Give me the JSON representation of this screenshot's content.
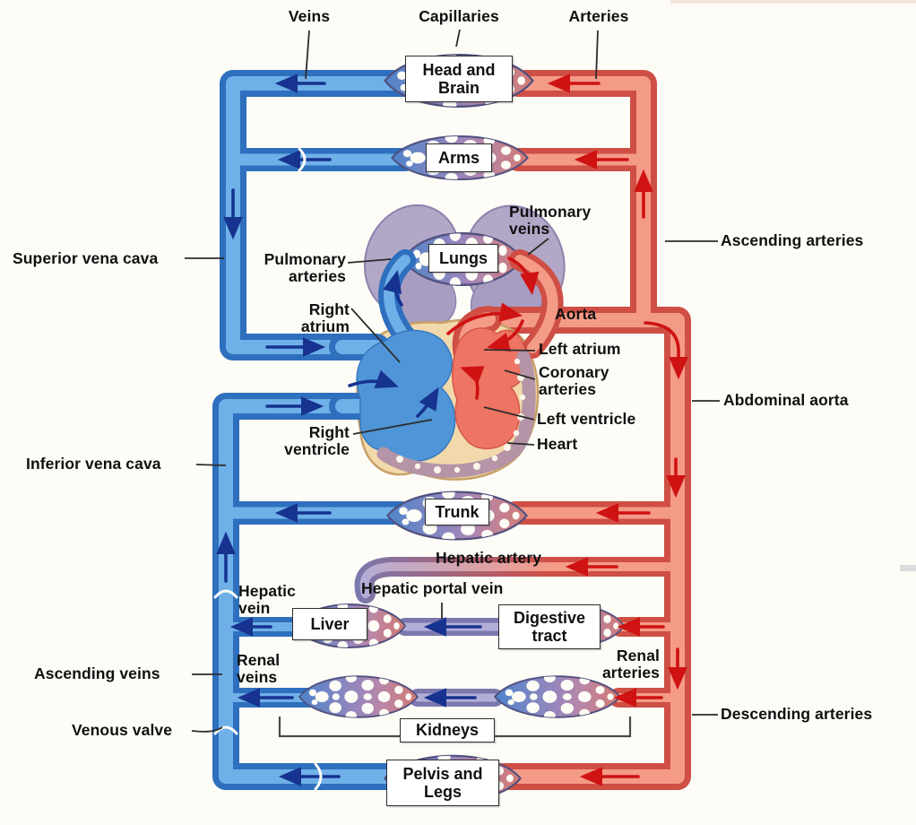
{
  "diagram": {
    "vessel_labels": {
      "veins": "Veins",
      "capillaries": "Capillaries",
      "arteries": "Arteries",
      "superior_vena_cava": "Superior vena cava",
      "pulmonary_arteries": "Pulmonary arteries",
      "pulmonary_veins": "Pulmonary veins",
      "right_atrium": "Right atrium",
      "aorta": "Aorta",
      "left_atrium": "Left atrium",
      "coronary_arteries": "Coronary arteries",
      "left_ventricle": "Left ventricle",
      "heart": "Heart",
      "right_ventricle": "Right ventricle",
      "ascending_arteries": "Ascending arteries",
      "abdominal_aorta": "Abdominal aorta",
      "inferior_vena_cava": "Inferior vena cava",
      "hepatic_artery": "Hepatic artery",
      "hepatic_portal_vein": "Hepatic portal vein",
      "hepatic_vein": "Hepatic vein",
      "renal_veins": "Renal veins",
      "renal_arteries": "Renal arteries",
      "ascending_veins": "Ascending veins",
      "venous_valve": "Venous valve",
      "descending_arteries": "Descending arteries"
    },
    "organ_boxes": {
      "head_brain": "Head and Brain",
      "arms": "Arms",
      "lungs": "Lungs",
      "trunk": "Trunk",
      "liver": "Liver",
      "digestive_tract": "Digestive tract",
      "kidneys": "Kidneys",
      "pelvis_legs": "Pelvis and Legs"
    },
    "colors": {
      "vein_edge": "#2e6fbe",
      "vein_core": "#6fb0e8",
      "artery_edge": "#cf4f44",
      "artery_core": "#f49b88",
      "portal_edge": "#7b78ae",
      "capillary_gradient_left": "#4b84cb",
      "capillary_gradient_mid": "#9d86ba",
      "capillary_gradient_right": "#d3796e",
      "lungs_fill": "#b2a7c7",
      "heart_muscle": "#f2d9ab",
      "arrow_blue": "#16338f",
      "arrow_red": "#cf1212",
      "background": "#fdfcf7"
    }
  }
}
